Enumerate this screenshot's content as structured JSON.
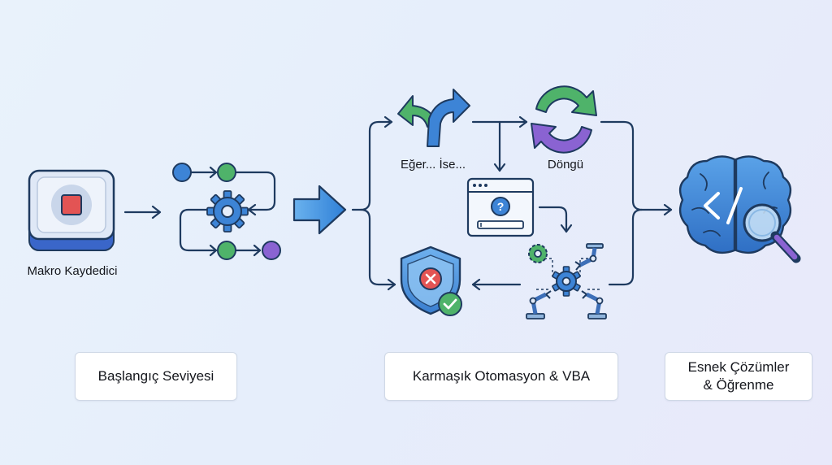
{
  "labels": {
    "macro_recorder": "Makro Kaydedici",
    "if_then": "Eğer... İse...",
    "loop": "Döngü"
  },
  "stages": {
    "beginner": "Başlangıç Seviyesi",
    "complex": "Karmaşık Otomasyon & VBA",
    "flexible_line1": "Esnek Çözümler",
    "flexible_line2": "& Öğrenme"
  },
  "icons": {
    "record": "record-button-icon",
    "workflow": "workflow-gear-icon",
    "branch": "branch-arrows-icon",
    "cycle": "cycle-arrows-icon",
    "dialog": "question-dialog-icon",
    "shield": "security-shield-icon",
    "robots": "robot-arms-gear-icon",
    "brain": "brain-code-search-icon"
  },
  "colors": {
    "outline": "#1e3a5f",
    "blue": "#3d84d6",
    "green": "#4fb36a",
    "purple": "#8a63d2",
    "red": "#e35454"
  }
}
